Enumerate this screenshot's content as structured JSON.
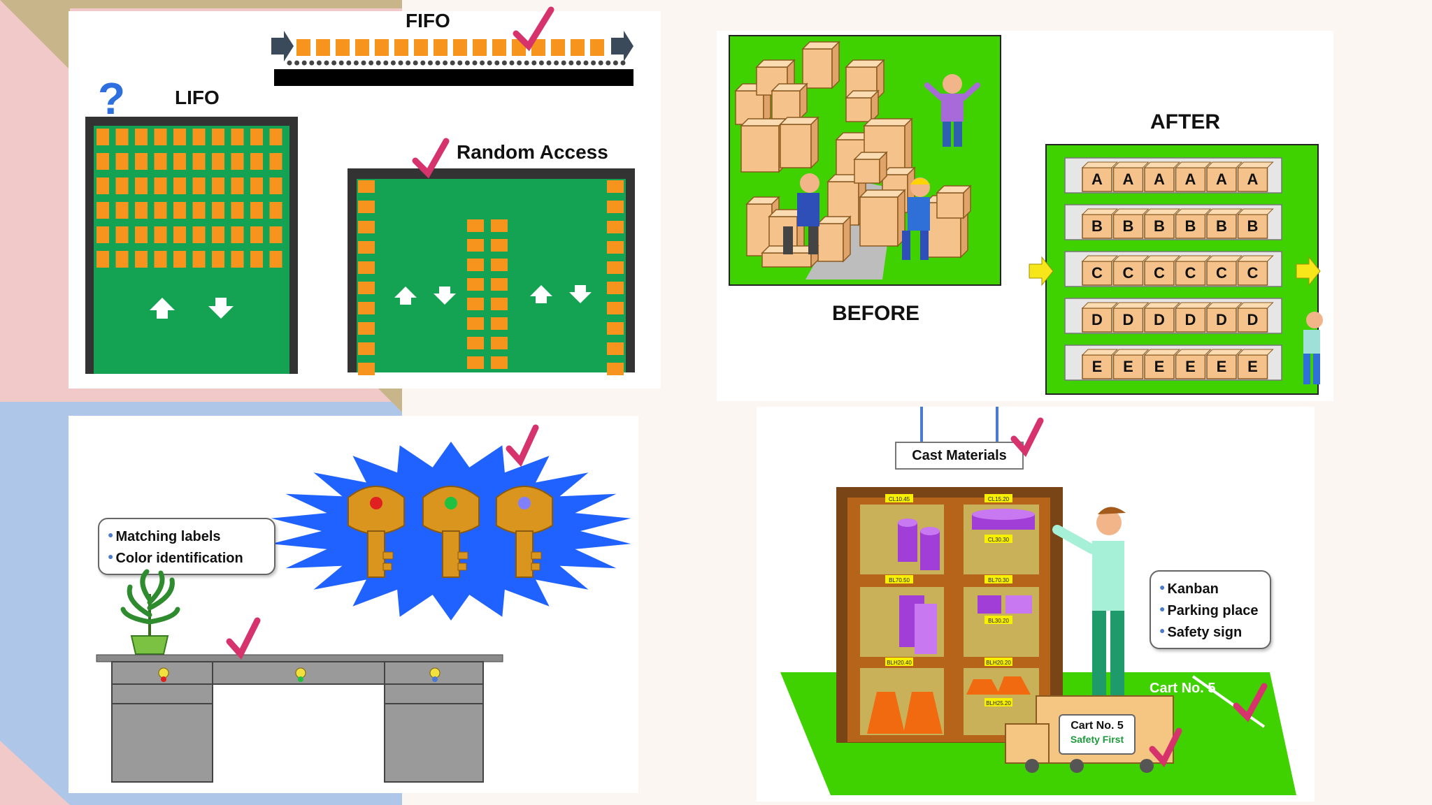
{
  "fifo": {
    "title": "FIFO"
  },
  "lifo": {
    "title": "LIFO",
    "question_mark": "?"
  },
  "random_access": {
    "title": "Random Access"
  },
  "before": {
    "title": "BEFORE"
  },
  "after": {
    "title": "AFTER",
    "rows": [
      "A",
      "B",
      "C",
      "D",
      "E"
    ]
  },
  "labels_panel": {
    "callout_items": [
      "Matching labels",
      "Color identification"
    ],
    "key_dot_colors": [
      "#e02020",
      "#20c040",
      "#8080ff"
    ]
  },
  "cast_panel": {
    "sign": "Cast Materials",
    "cart_label": "Cart No. 5",
    "cart_sign_title": "Cart No. 5",
    "cart_sign_subtitle": "Safety First",
    "callout_items": [
      "Kanban",
      "Parking place",
      "Safety sign"
    ],
    "shelf_labels": [
      "CL10.45",
      "CL15.20",
      "CL30.30",
      "BL70.50",
      "BL70.30",
      "BL30.20",
      "BLH20.40",
      "BLH20.20",
      "BLH25.20"
    ]
  },
  "colors": {
    "accent_green": "#13a352",
    "bright_green": "#3fd200",
    "orange": "#f7941d",
    "check": "#d6336c",
    "burst_blue": "#1f62ff"
  }
}
